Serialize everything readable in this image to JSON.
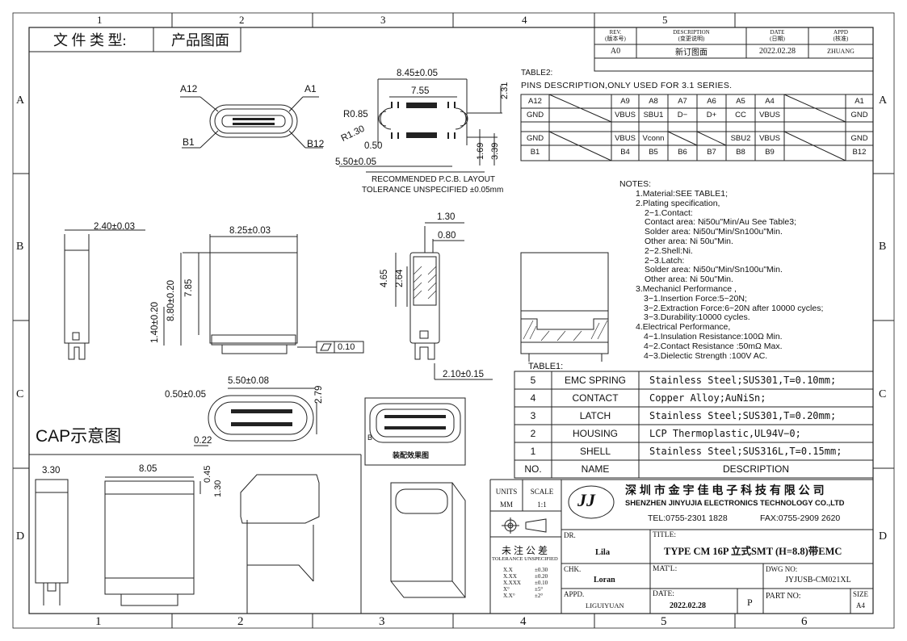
{
  "frame": {
    "col_numbers": [
      "1",
      "2",
      "3",
      "4",
      "5",
      "6"
    ],
    "row_letters": [
      "A",
      "B",
      "C",
      "D"
    ]
  },
  "doc_type": {
    "label": "文 件 类 型:",
    "value": "产品图面"
  },
  "revision": {
    "headers": [
      {
        "en": "REV.",
        "zh": "(版本号)"
      },
      {
        "en": "DESCRIPTION",
        "zh": "(变更说明)"
      },
      {
        "en": "DATE",
        "zh": "(日期)"
      },
      {
        "en": "APPD",
        "zh": "(核准)"
      }
    ],
    "row": {
      "rev": "A0",
      "description": "新订图面",
      "date": "2022.02.28",
      "appd": "ZHUANG"
    }
  },
  "pins": {
    "title": "TABLE2:",
    "subtitle": "PINS DESCRIPTION,ONLY USED FOR 3.1 SERIES.",
    "top_ids": [
      "A12",
      "",
      "A9",
      "A8",
      "A7",
      "A6",
      "A5",
      "A4",
      "",
      "A1"
    ],
    "top_names": [
      "GND",
      "",
      "VBUS",
      "SBU1",
      "D−",
      "D+",
      "CC",
      "VBUS",
      "",
      "GND"
    ],
    "bottom_names": [
      "GND",
      "",
      "VBUS",
      "Vconn",
      "",
      "",
      "SBU2",
      "VBUS",
      "",
      "GND"
    ],
    "bottom_ids": [
      "B1",
      "",
      "B4",
      "B5",
      "B6",
      "B7",
      "B8",
      "B9",
      "",
      "B12"
    ]
  },
  "connector_face": {
    "labels": [
      "A12",
      "A1",
      "B1",
      "B12"
    ]
  },
  "pcb": {
    "dims": [
      "8.45±0.05",
      "7.55",
      "2.31",
      "R0.85",
      "R1.30",
      "0.50",
      "5.50±0.05",
      "1.69",
      "3.39"
    ],
    "caption": "RECOMMENDED  P.C.B. LAYOUT",
    "tolerance": "TOLERANCE UNSPECIFIED ±0.05mm"
  },
  "views": {
    "side_dims": [
      "2.40±0.03"
    ],
    "front_dims": [
      "8.25±0.03",
      "7.85",
      "8.80±0.20",
      "1.40±0.20"
    ],
    "flatness": "0.10",
    "section_dims": [
      "1.30",
      "0.80",
      "4.65",
      "2.64",
      "2.10±0.15"
    ],
    "bottom_dims": [
      "5.50±0.08",
      "0.50±0.05",
      "2.79",
      "0.22"
    ],
    "iso_caption": "装配效果图",
    "iso_label": "B"
  },
  "notes": {
    "title": "NOTES:",
    "lines": [
      "1.Material:SEE TABLE1;",
      "2.Plating specification,",
      "2−1.Contact:",
      "Contact area: Ni50u\"Min/Au See Table3;",
      "Solder area: Ni50u\"Min/Sn100u\"Min.",
      "Other area: Ni 50u\"Min.",
      "2−2.Shell:Ni.",
      "2−3.Latch:",
      "Solder area: Ni50u\"Min/Sn100u\"Min.",
      "Other area: Ni 50u\"Min.",
      "3.Mechanicl Performance ,",
      "3−1.Insertion Force:5~20N;",
      "3−2.Extraction Force:6~20N after 10000 cycles;",
      "3−3.Durability:10000 cycles.",
      "4.Electrical Performance,",
      "4−1.Insulation Resistance:100Ω Min.",
      "4−2.Contact Resistance :50mΩ Max.",
      "4−3.Dielectic Strength :100V AC."
    ]
  },
  "materials": {
    "title": "TABLE1:",
    "rows": [
      {
        "no": "5",
        "name": "EMC SPRING",
        "desc": "Stainless Steel;SUS301,T=0.10mm;"
      },
      {
        "no": "4",
        "name": "CONTACT",
        "desc": "Copper Alloy;AuNiSn;"
      },
      {
        "no": "3",
        "name": "LATCH",
        "desc": "Stainless Steel;SUS301,T=0.20mm;"
      },
      {
        "no": "2",
        "name": "HOUSING",
        "desc": "LCP Thermoplastic,UL94V−0;"
      },
      {
        "no": "1",
        "name": "SHELL",
        "desc": "Stainless Steel;SUS316L,T=0.15mm;"
      }
    ],
    "header": {
      "no": "NO.",
      "name": "NAME",
      "desc": "DESCRIPTION"
    }
  },
  "cap": {
    "title": "CAP示意图",
    "dims": [
      "3.30",
      "8.05",
      "0.45",
      "1.30"
    ]
  },
  "title_block": {
    "units_label": "UNITS",
    "units_value": "MM",
    "scale_label": "SCALE",
    "scale_value": "1:1",
    "logo_text": "JJ",
    "company_cn": "深 圳 市 金 宇 佳 电 子 科 技 有 限 公 司",
    "company_en": "SHENZHEN JINYUJIA ELECTRONICS TECHNOLOGY CO.,LTD",
    "tel": "TEL:0755-2301 1828",
    "fax": "FAX:0755-2909 2620",
    "tol_title": "未 注 公 差",
    "tol_en": "TOLERANCE UNSPECIFIED",
    "tol_rows": [
      [
        "X.X",
        "±0.30"
      ],
      [
        "X.XX",
        "±0.20"
      ],
      [
        "X.XXX",
        "±0.10"
      ],
      [
        "X°",
        "±5°"
      ],
      [
        "X.X°",
        "±2°"
      ]
    ],
    "dr_label": "DR.",
    "dr_value": "Lila",
    "chk_label": "CHK.",
    "chk_value": "Loran",
    "appd_label": "APPD.",
    "appd_value": "LIGUIYUAN",
    "title_label": "TITLE:",
    "title_value": "TYPE CM 16P 立式SMT (H=8.8)带EMC",
    "mat_label": "MAT'L:",
    "dwg_label": "DWG NO:",
    "dwg_value": "JYJUSB-CM021XL",
    "date_label": "DATE:",
    "date_value": "2022.02.28",
    "p_label": "P",
    "part_label": "PART NO:",
    "size_label": "SIZE",
    "size_value": "A4"
  }
}
